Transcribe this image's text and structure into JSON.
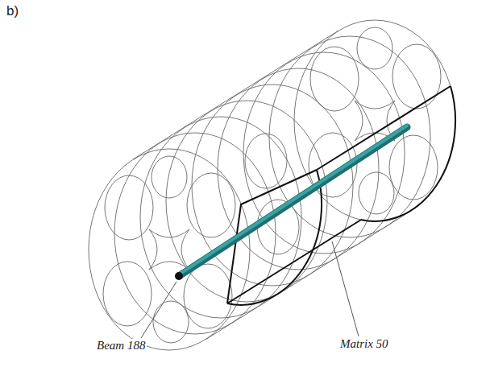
{
  "diagram": {
    "labels": [
      "b)",
      "Beam 188",
      "Matrix 50"
    ]
  }
}
